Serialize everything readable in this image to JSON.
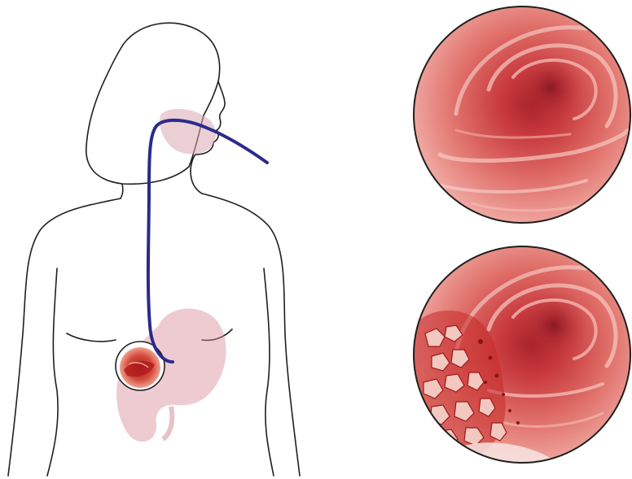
{
  "diagram": {
    "type": "endoscopy-illustration",
    "labels": [],
    "colors": {
      "outline": "#1f1f1f",
      "endoscope": "#2c2a8c",
      "pharynx": "#d9aab1",
      "stomach": "#d98c96",
      "mucosa_light": "#f0a9a2",
      "mucosa_mid": "#dc5f58",
      "mucosa_dark": "#a8222a",
      "lesion": "#b01c1c"
    },
    "icons": [
      "human-torso-outline",
      "endoscope-tube",
      "stomach",
      "endoscopic-view-normal",
      "endoscopic-view-ulcerated"
    ]
  }
}
